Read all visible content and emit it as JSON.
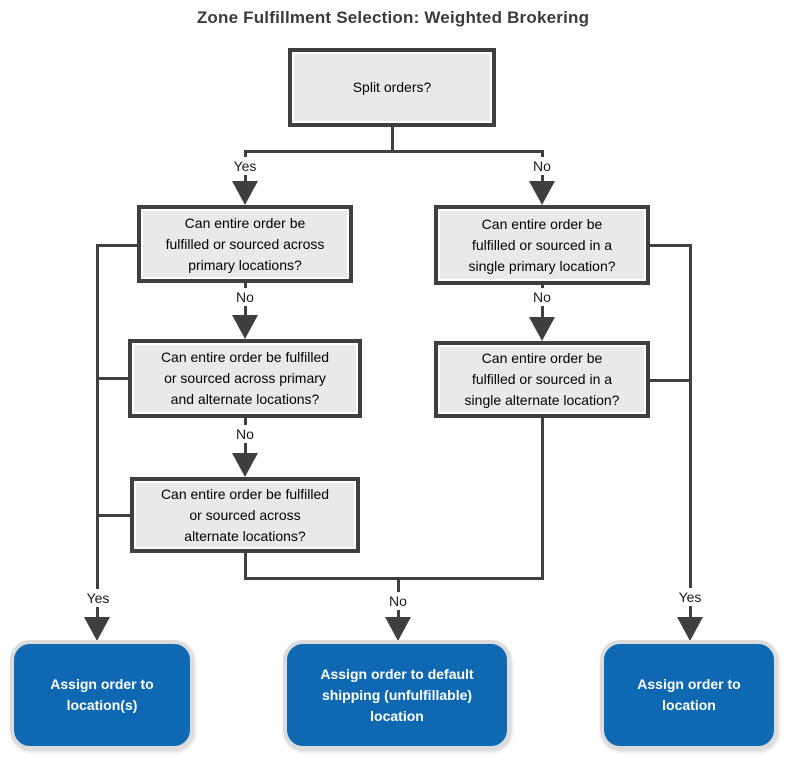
{
  "title": "Zone Fulfillment Selection: Weighted Brokering",
  "colors": {
    "line": "#3f3f3f",
    "question_box_fill": "#e9e9e9",
    "question_box_border": "#3f3f3f",
    "terminal_fill": "#0f68b2",
    "terminal_border": "#dcdcdc",
    "terminal_text": "#ffffff",
    "title_text": "#3b3b3b"
  },
  "nodes": {
    "split": "Split orders?",
    "left1": "Can entire order be\nfulfilled or sourced across\nprimary locations?",
    "left2": "Can entire order be fulfilled\nor sourced across primary\nand alternate locations?",
    "left3": "Can entire order be fulfilled\nor sourced across\nalternate locations?",
    "right1": "Can entire order be\nfulfilled or sourced in a\nsingle primary location?",
    "right2": "Can entire order be\nfulfilled or sourced in a\nsingle alternate location?",
    "terminal_left": "Assign order to\nlocation(s)",
    "terminal_middle": "Assign order to default\nshipping (unfulfillable)\nlocation",
    "terminal_right": "Assign order to\nlocation"
  },
  "labels": {
    "yes_top": "Yes",
    "no_top": "No",
    "no_left1": "No",
    "no_left2": "No",
    "no_right1": "No",
    "yes_bottom_left": "Yes",
    "no_bottom_middle": "No",
    "yes_bottom_right": "Yes"
  }
}
